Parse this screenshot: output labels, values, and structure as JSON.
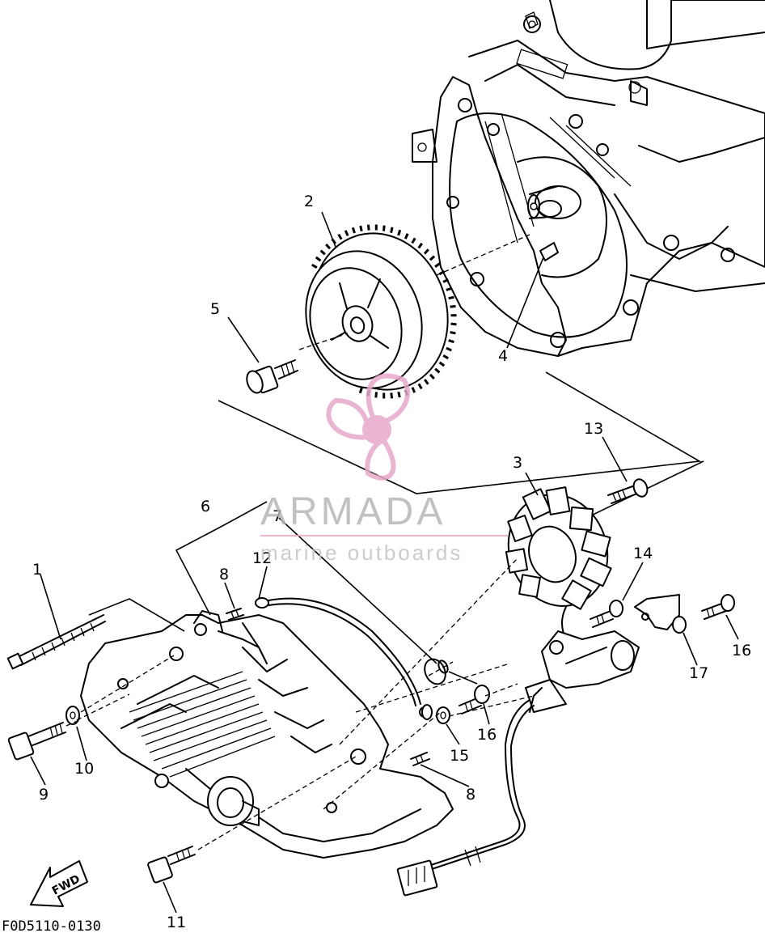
{
  "diagram": {
    "part_code": "F0D5110-0130",
    "fwd_label": "FWD",
    "callouts": [
      "1",
      "2",
      "3",
      "4",
      "5",
      "6",
      "7",
      "8",
      "8",
      "9",
      "10",
      "11",
      "12",
      "13",
      "14",
      "15",
      "16",
      "16",
      "17"
    ]
  },
  "watermark": {
    "brand": "ARMADA",
    "tagline": "marine outboards",
    "colors": {
      "logo": "#e7a9c8",
      "text": "#b7b7b7"
    }
  }
}
